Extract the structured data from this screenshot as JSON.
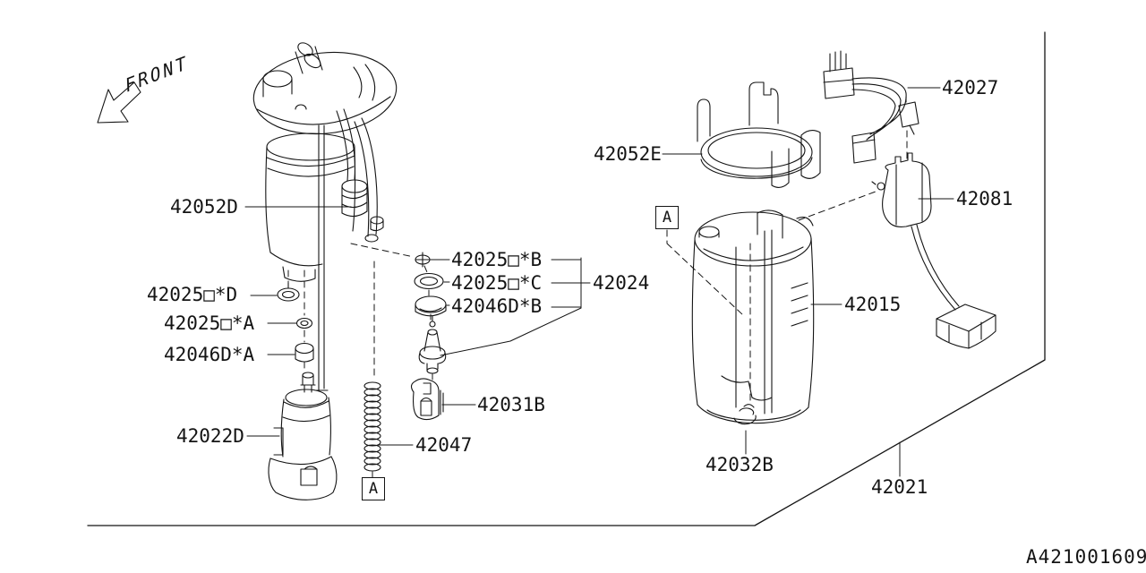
{
  "front_label": "FRONT",
  "drawing_number": "A421001609",
  "detail_marker": "A",
  "colors": {
    "line": "#141414",
    "background": "#ffffff"
  },
  "parts": {
    "p42052D": "42052D",
    "p42025D": "42025□*D",
    "p42025A": "42025□*A",
    "p42046DA": "42046D*A",
    "p42022D": "42022D",
    "p42047": "42047",
    "p42031B": "42031B",
    "p42025B": "42025□*B",
    "p42025C": "42025□*C",
    "p42046DB": "42046D*B",
    "p42024": "42024",
    "p42052E": "42052E",
    "p42027": "42027",
    "p42081": "42081",
    "p42015": "42015",
    "p42032B": "42032B",
    "p42021": "42021"
  }
}
